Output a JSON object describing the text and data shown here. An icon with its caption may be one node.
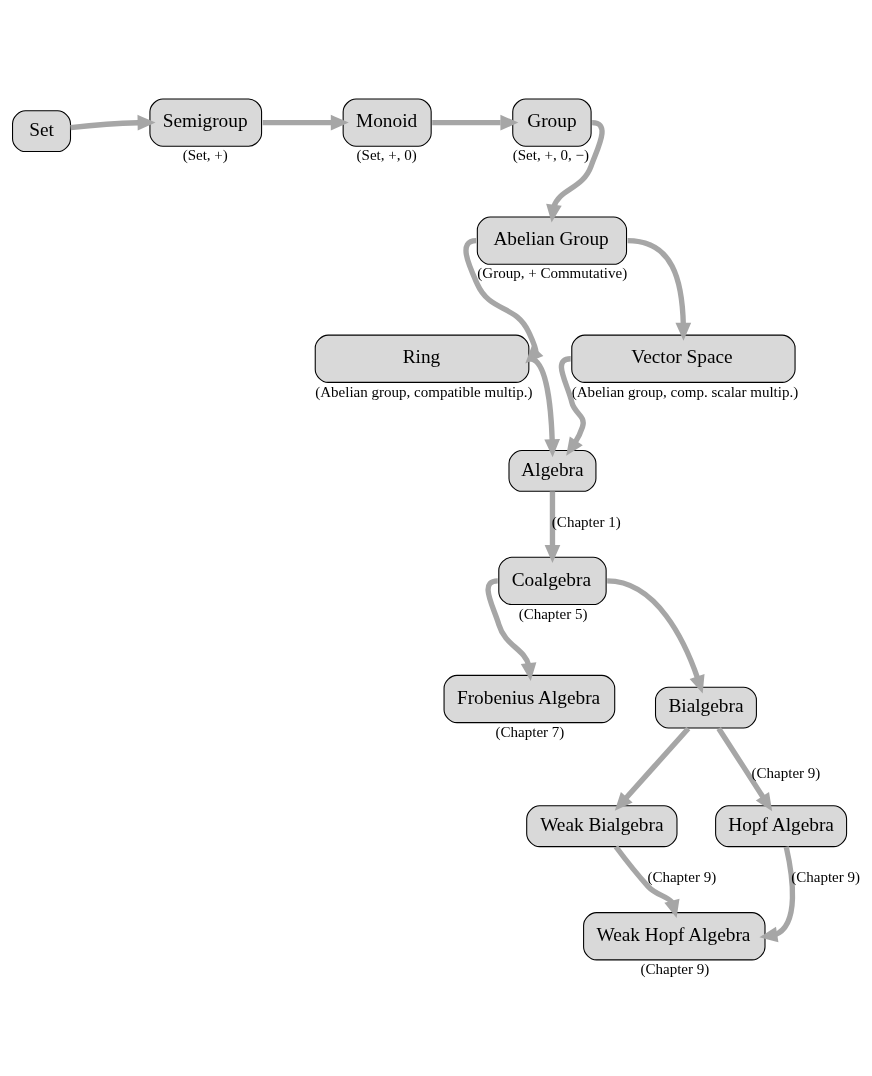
{
  "diagram": {
    "nodes": [
      {
        "text": [
          "Set"
        ]
      },
      {
        "text": [
          "Semigroup"
        ],
        "beside": [
          "(Set, +)"
        ]
      },
      {
        "text": [
          "Monoid"
        ],
        "beside": [
          "(Set, +, 0)"
        ]
      },
      {
        "text": [
          "Group"
        ],
        "beside": [
          "(Set, +, 0, −)"
        ]
      },
      {
        "text": [
          "Abelian Group"
        ],
        "beside": [
          "(Group, + Commutative)"
        ]
      },
      {
        "text": [
          "Ring"
        ],
        "beside": [
          "(Abelian group, compatible multip.)"
        ]
      },
      {
        "text": [
          "Vector Space"
        ],
        "beside": [
          "(Abelian group, comp. scalar multip.)"
        ]
      },
      {
        "text": [
          "Algebra"
        ]
      },
      {
        "text": [
          "Coalgebra"
        ],
        "beside": [
          "(Chapter 5)"
        ]
      },
      {
        "text": [
          "Frobenius Algebra"
        ],
        "beside": [
          "(Chapter 7)"
        ]
      },
      {
        "text": [
          "Bialgebra"
        ]
      },
      {
        "text": [
          "Weak Bialgebra"
        ]
      },
      {
        "text": [
          "Hopf Algebra"
        ]
      },
      {
        "text": [
          "Weak Hopf Algebra"
        ],
        "beside": [
          "(Chapter 9)"
        ]
      }
    ],
    "edges": [
      {
        "from": 0,
        "to": 1,
        "arrow": "to"
      },
      {
        "from": 1,
        "to": 2,
        "arrow": "to"
      },
      {
        "from": 2,
        "to": 3,
        "arrow": "to"
      },
      {
        "from": 3,
        "to": 4,
        "arrow": "to"
      },
      {
        "from": 4,
        "to": 5,
        "arrow": "to"
      },
      {
        "from": 4,
        "to": 6,
        "arrow": "to"
      },
      {
        "from": 5,
        "to": 7,
        "arrow": "to"
      },
      {
        "from": 6,
        "to": 7,
        "arrow": "to"
      },
      {
        "from": 7,
        "to": 8,
        "arrow": "to",
        "label": "(Chapter 1)"
      },
      {
        "from": 8,
        "to": 9,
        "arrow": "to"
      },
      {
        "from": 8,
        "to": 10,
        "arrow": "to"
      },
      {
        "from": 10,
        "to": 11,
        "arrow": "to"
      },
      {
        "from": 10,
        "to": 12,
        "arrow": "to",
        "label": "(Chapter 9)"
      },
      {
        "from": 11,
        "to": 13,
        "arrow": "to",
        "label": "(Chapter 9)"
      },
      {
        "from": 12,
        "to": 13,
        "arrow": "to",
        "label": "(Chapter 9)"
      }
    ]
  }
}
